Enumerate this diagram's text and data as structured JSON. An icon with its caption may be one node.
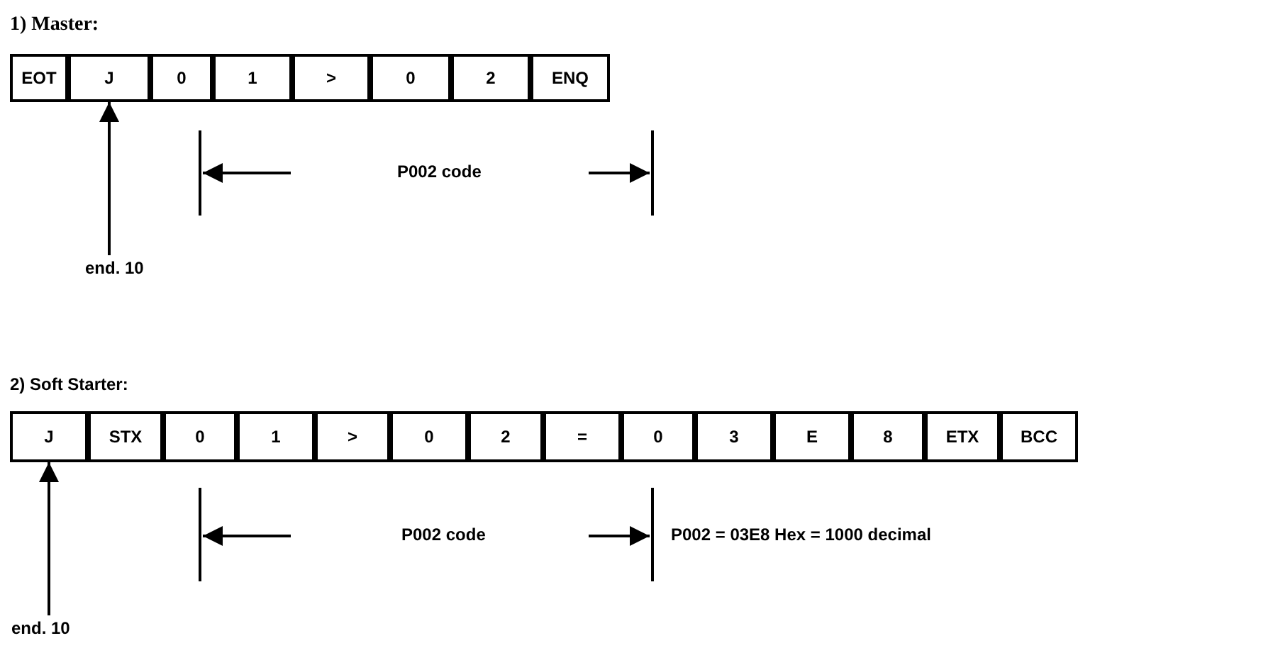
{
  "diagram": {
    "nodes": [
      {
        "text": [
          "EOT"
        ]
      },
      {
        "text": [
          "J"
        ]
      },
      {
        "text": [
          "0"
        ]
      },
      {
        "text": [
          "1"
        ]
      },
      {
        "text": [
          ">"
        ]
      },
      {
        "text": [
          "0"
        ]
      },
      {
        "text": [
          "2"
        ]
      },
      {
        "text": [
          "ENQ"
        ]
      },
      {
        "text": [
          "end. 10"
        ]
      },
      {
        "text": [
          "J"
        ]
      },
      {
        "text": [
          "STX"
        ]
      },
      {
        "text": [
          "0"
        ]
      },
      {
        "text": [
          "1"
        ]
      },
      {
        "text": [
          ">"
        ]
      },
      {
        "text": [
          "0"
        ]
      },
      {
        "text": [
          "2"
        ]
      },
      {
        "text": [
          "="
        ]
      },
      {
        "text": [
          "0"
        ]
      },
      {
        "text": [
          "3"
        ]
      },
      {
        "text": [
          "E"
        ]
      },
      {
        "text": [
          "8"
        ]
      },
      {
        "text": [
          "ETX"
        ]
      },
      {
        "text": [
          "BCC"
        ]
      },
      {
        "text": [
          "end. 10"
        ]
      }
    ],
    "edges": [
      {
        "from": 8,
        "to": 1,
        "arrow": "to"
      },
      {
        "from": 23,
        "to": 9,
        "arrow": "to"
      }
    ],
    "labels": [
      "1) Master:",
      "P002 code",
      "2) Soft Starter:",
      "P002 code",
      "P002 = 03E8 Hex = 1000 decimal"
    ]
  }
}
